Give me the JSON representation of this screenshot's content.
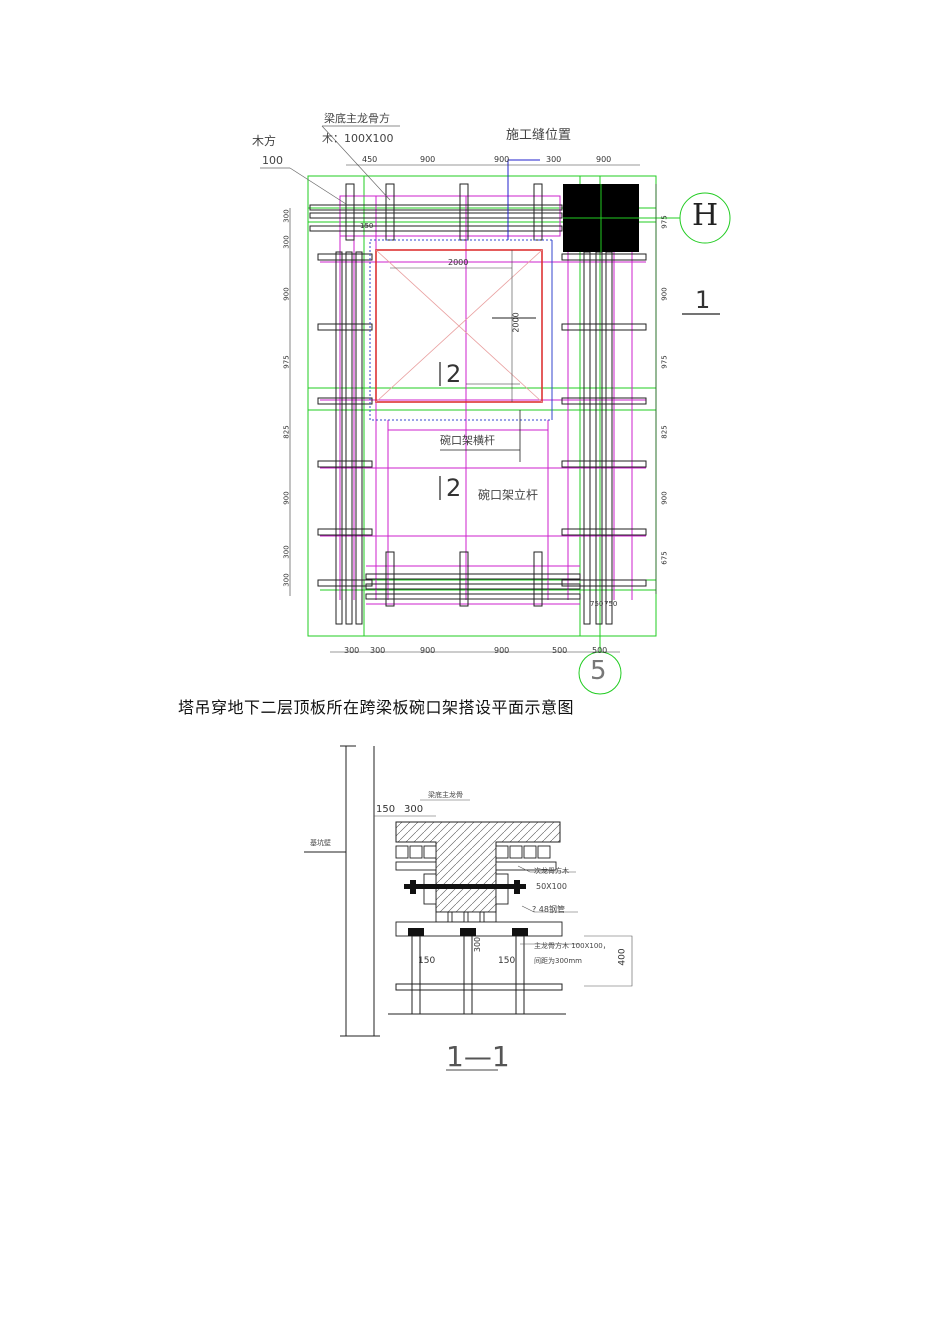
{
  "plan": {
    "label_top_beam": "梁底主龙骨方",
    "label_top_beam_size": "木：100X100",
    "label_left_wood": "木方",
    "label_left_wood_size": "100",
    "label_joint": "施工缝位置",
    "grid_H": "H",
    "grid_5": "5",
    "section_mark_1": "1",
    "section_mark_2a": "2",
    "section_mark_2b": "2",
    "label_horizontal_bar": "碗口架横杆",
    "label_vertical_bar": "碗口架立杆",
    "opening_width": "2000",
    "opening_height": "2000",
    "top_dims": [
      "450",
      "900",
      "900",
      "300",
      "900"
    ],
    "bottom_dims": [
      "300",
      "300",
      "900",
      "900",
      "500",
      "500"
    ],
    "left_dims": [
      "300",
      "300",
      "900",
      "975",
      "825",
      "900",
      "300",
      "300"
    ],
    "right_dims": [
      "975",
      "900",
      "975",
      "825",
      "900",
      "675"
    ],
    "small_dims": [
      "150",
      "750",
      "750"
    ]
  },
  "caption": "塔吊穿地下二层顶板所在跨梁板碗口架搭设平面示意图",
  "section": {
    "title": "1—1",
    "label_wall": "基坑壁",
    "label_top": "梁底主龙骨",
    "dim_150": "150",
    "dim_300": "300",
    "label_secondary": "次龙骨方木",
    "label_secondary_size": "50X100",
    "label_pipe": "? 48钢管",
    "label_main": "主龙骨方木 100X100，",
    "label_main_spacing": "间距为300mm",
    "dim_left_150": "150",
    "dim_mid_150": "150",
    "dim_mid_300": "300",
    "dim_400": "400"
  }
}
